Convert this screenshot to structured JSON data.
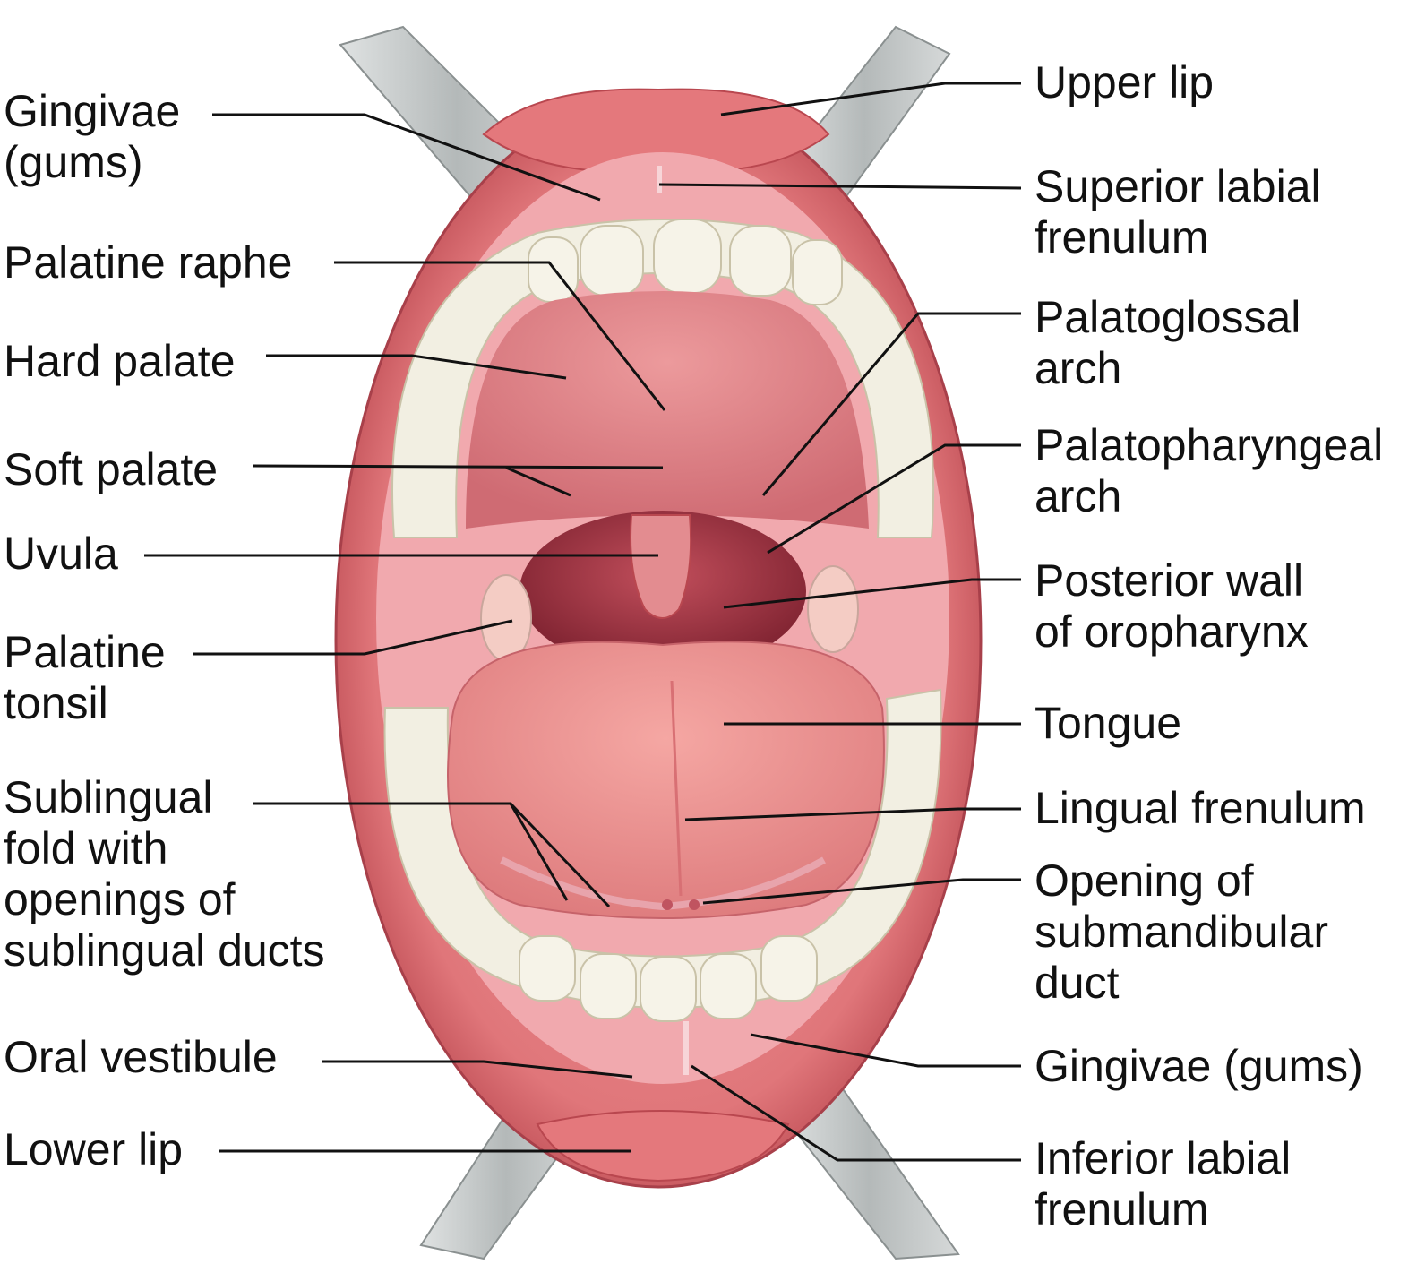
{
  "colors": {
    "lip": "#e0767a",
    "lip_dark": "#b9474f",
    "gum": "#f4b8bd",
    "palate": "#e3898e",
    "throat": "#9e3440",
    "tongue": "#ec8f8e",
    "tooth": "#f1eee0",
    "retractor": "#c4c8c8",
    "leader": "#111111"
  },
  "labels_left": {
    "gingivae_upper": "Gingivae\n(gums)",
    "palatine_raphe": "Palatine raphe",
    "hard_palate": "Hard palate",
    "soft_palate": "Soft palate",
    "uvula": "Uvula",
    "palatine_tonsil": "Palatine\ntonsil",
    "sublingual_fold": "Sublingual\nfold with\nopenings of\nsublingual ducts",
    "oral_vestibule": "Oral vestibule",
    "lower_lip": "Lower lip"
  },
  "labels_right": {
    "upper_lip": "Upper lip",
    "superior_labial_frenulum": "Superior labial\nfrenulum",
    "palatoglossal_arch": "Palatoglossal\narch",
    "palatopharyngeal_arch": "Palatopharyngeal\narch",
    "posterior_wall": "Posterior wall\nof oropharynx",
    "tongue": "Tongue",
    "lingual_frenulum": "Lingual frenulum",
    "submandibular_duct": "Opening of\nsubmandibular\nduct",
    "gingivae_lower": "Gingivae (gums)",
    "inferior_labial_frenulum": "Inferior labial\nfrenulum"
  }
}
